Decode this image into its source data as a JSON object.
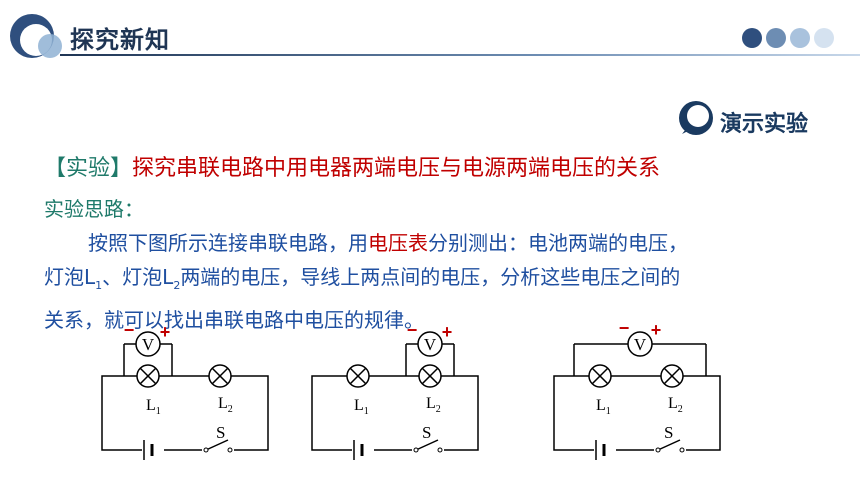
{
  "header": {
    "title": "探究新知"
  },
  "demo_badge": {
    "label": "演示实验"
  },
  "heading": {
    "tag": "【实验】",
    "text": "探究串联电路中用电器两端电压与电源两端电压的关系"
  },
  "subheading": "实验思路：",
  "paragraph": {
    "p1": "按照下图所示连接串联电路，用",
    "highlight": "电压表",
    "p2": "分别测出：电池两端的电压，",
    "p3": "灯泡L",
    "sub1": "1",
    "p4": "、灯泡L",
    "sub2": "2",
    "p5": "两端的电压，导线上两点间的电压，分析这些电压之间的",
    "p6": "关系，就可以找出串联电路中电压的规律。"
  },
  "circuits": [
    {
      "meter": "V",
      "minus": "−",
      "plus": "+",
      "lamp1": "L",
      "lamp1_sub": "1",
      "lamp2": "L",
      "lamp2_sub": "2",
      "switch": "S"
    },
    {
      "meter": "V",
      "minus": "−",
      "plus": "+",
      "lamp1": "L",
      "lamp1_sub": "1",
      "lamp2": "L",
      "lamp2_sub": "2",
      "switch": "S"
    },
    {
      "meter": "V",
      "minus": "−",
      "plus": "+",
      "lamp1": "L",
      "lamp1_sub": "1",
      "lamp2": "L",
      "lamp2_sub": "2",
      "switch": "S"
    }
  ],
  "colors": {
    "dot1": "#2f4f7e",
    "dot2": "#6d8db3",
    "dot3": "#a9c2dd",
    "dot4": "#d5e2f0"
  }
}
